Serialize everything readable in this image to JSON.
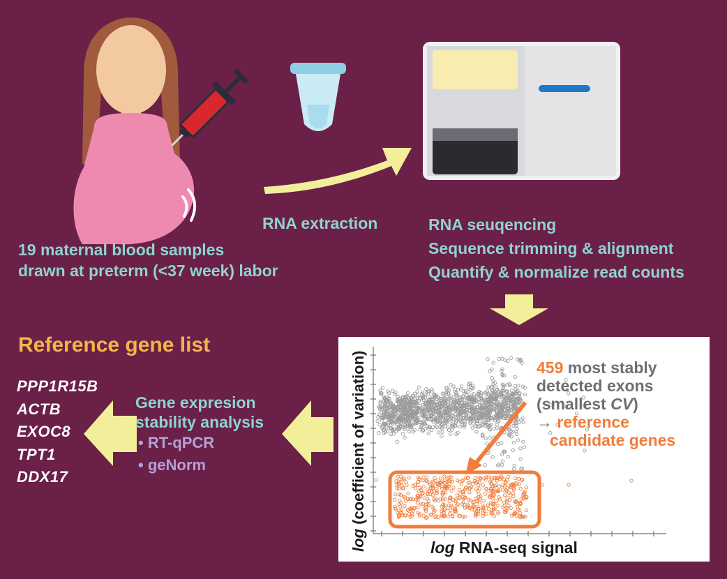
{
  "steps": {
    "sampling": {
      "line1": "19 maternal blood samples",
      "line2": "drawn at preterm (<37 week) labor"
    },
    "extraction": {
      "label": "RNA extraction"
    },
    "sequencing": {
      "line1": "RNA seuqencing",
      "line2": "Sequence trimming & alignment",
      "line3": "Quantify & normalize read counts"
    },
    "stability": {
      "line1": "Gene expresion",
      "line2": "stability analysis",
      "methods": [
        "RT-qPCR",
        "geNorm"
      ],
      "bullet": "•"
    }
  },
  "reference_list": {
    "title": "Reference gene list",
    "genes": [
      "PPP1R15B",
      "ACTB",
      "EXOC8",
      "TPT1",
      "DDX17"
    ]
  },
  "scatter": {
    "y_axis_label_italic": "log",
    "y_axis_label_rest": "(coefficient of variation)",
    "x_axis_label_italic": "log",
    "x_axis_label_rest": "RNA-seq signal",
    "annotation": {
      "count": "459",
      "line1_rest": "most stably",
      "line2": "detected exons",
      "line3_open": "(smallest ",
      "line3_cv": "CV",
      "line3_close": ")",
      "arrow_glyph": "→",
      "line4": "reference",
      "line5": "candidate genes"
    },
    "colors": {
      "points": "#9a9a9a",
      "highlight": "#f07d3b"
    }
  },
  "colors": {
    "background": "#6b2048",
    "caption": "#8fd3cf",
    "title": "#f5b54a",
    "method": "#b4a0d6",
    "arrow": "#f2ee9a"
  },
  "icons": [
    "pregnant-woman-icon",
    "syringe-icon",
    "tube-icon",
    "sequencer-icon",
    "arrow-icon"
  ]
}
